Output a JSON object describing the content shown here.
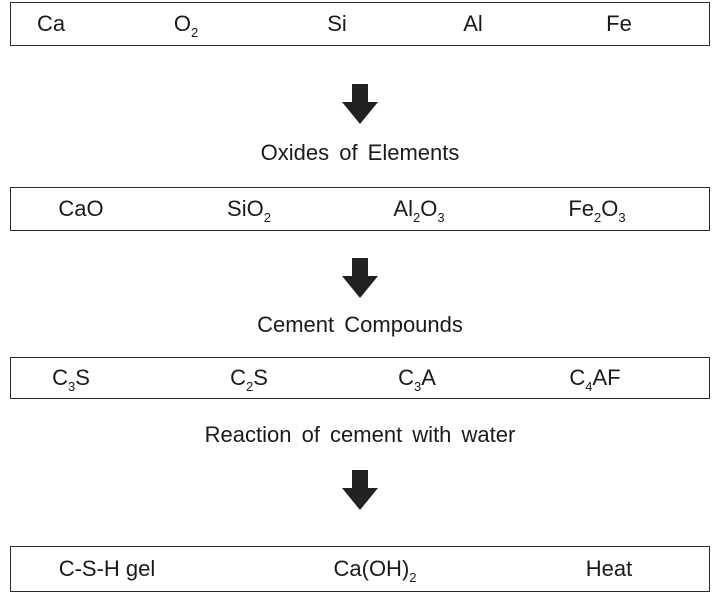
{
  "row1": {
    "items": [
      {
        "main": "Ca",
        "sub1": "",
        "mid": "",
        "sub2": ""
      },
      {
        "main": "O",
        "sub1": "2",
        "mid": "",
        "sub2": ""
      },
      {
        "main": "Si",
        "sub1": "",
        "mid": "",
        "sub2": ""
      },
      {
        "main": "Al",
        "sub1": "",
        "mid": "",
        "sub2": ""
      },
      {
        "main": "Fe",
        "sub1": "",
        "mid": "",
        "sub2": ""
      }
    ]
  },
  "label1": "Oxides of Elements",
  "row2": {
    "items": [
      {
        "main": "CaO",
        "sub1": "",
        "mid": "",
        "sub2": ""
      },
      {
        "main": "SiO",
        "sub1": "2",
        "mid": "",
        "sub2": ""
      },
      {
        "main": "Al",
        "sub1": "2",
        "mid": "O",
        "sub2": "3"
      },
      {
        "main": "Fe",
        "sub1": "2",
        "mid": "O",
        "sub2": "3"
      }
    ]
  },
  "label2": "Cement Compounds",
  "row3": {
    "items": [
      {
        "main": "C",
        "sub1": "3",
        "mid": "S",
        "sub2": ""
      },
      {
        "main": "C",
        "sub1": "2",
        "mid": "S",
        "sub2": ""
      },
      {
        "main": "C",
        "sub1": "3",
        "mid": "A",
        "sub2": ""
      },
      {
        "main": "C",
        "sub1": "4",
        "mid": "AF",
        "sub2": ""
      }
    ]
  },
  "label3": "Reaction of cement with water",
  "row4": {
    "items": [
      {
        "main": "C-S-H gel",
        "sub1": "",
        "mid": "",
        "sub2": ""
      },
      {
        "main": "Ca(OH)",
        "sub1": "2",
        "mid": "",
        "sub2": ""
      },
      {
        "main": "Heat",
        "sub1": "",
        "mid": "",
        "sub2": ""
      }
    ]
  },
  "arrow_color": "#222222",
  "arrow_icon": "arrow-down-icon"
}
